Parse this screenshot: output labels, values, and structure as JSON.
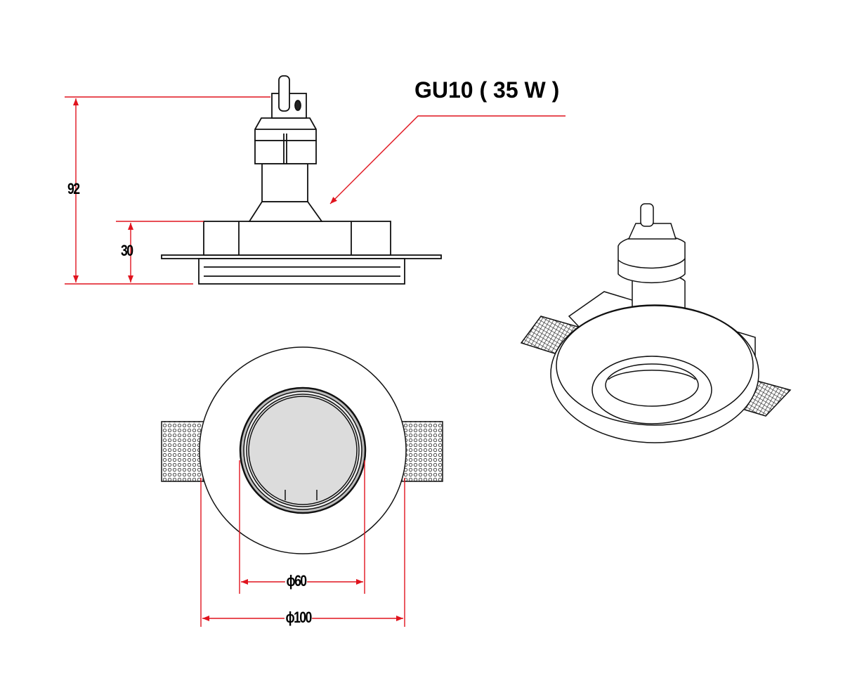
{
  "drawing": {
    "lamp_label": "GU10  ( 35 W )",
    "dimensions": {
      "total_height": "92",
      "body_height": "30",
      "inner_diameter": "ϕ60",
      "outer_diameter": "ϕ100"
    },
    "colors": {
      "dimension_line": "#e0141e",
      "outline": "#111111",
      "lens_fill": "#dcdcdc"
    }
  }
}
